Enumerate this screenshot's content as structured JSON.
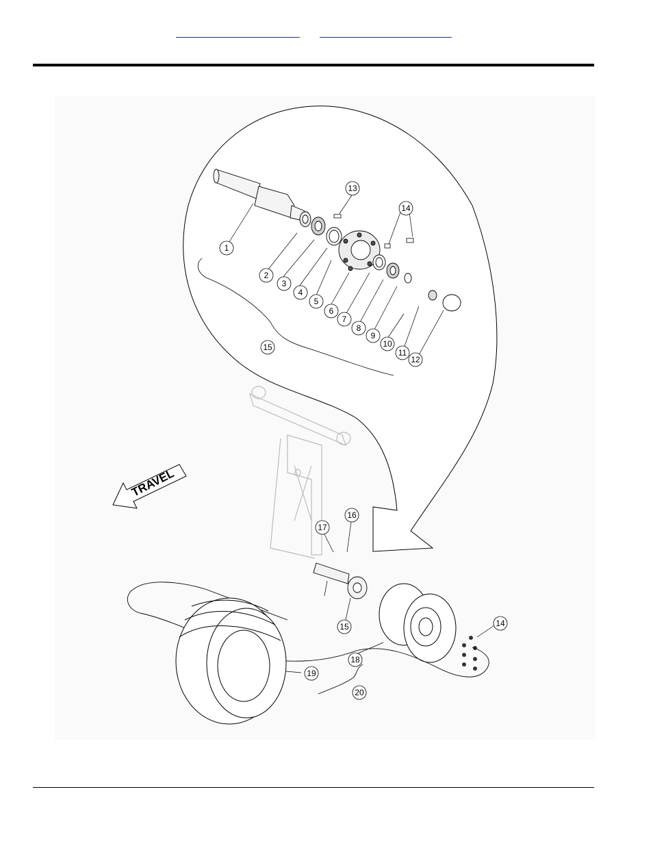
{
  "header": {
    "link_left": "",
    "link_right": ""
  },
  "diagram": {
    "travel_label": "TRAVEL",
    "callouts": [
      "1",
      "2",
      "3",
      "4",
      "5",
      "6",
      "7",
      "8",
      "9",
      "10",
      "11",
      "12",
      "13",
      "14",
      "15",
      "16",
      "17",
      "18",
      "19",
      "20"
    ],
    "callout_14_lower": "14",
    "callout_15_lower": "15"
  },
  "colors": {
    "link": "#1a1aff",
    "rule": "#000000",
    "panel": "#fafafa",
    "ghost_frame": "#bbbbbb"
  }
}
